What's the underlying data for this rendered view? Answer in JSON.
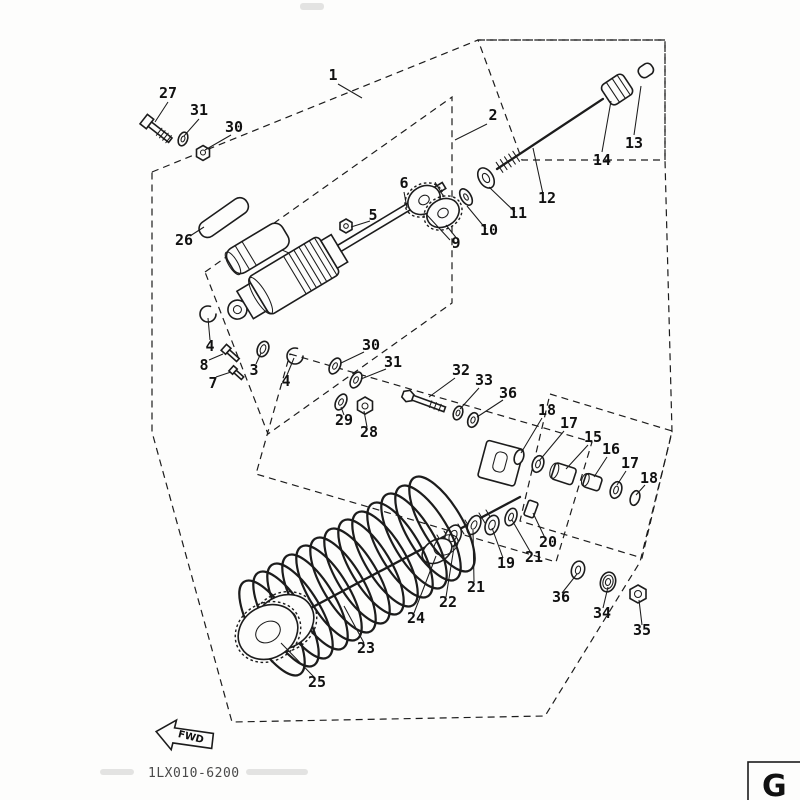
{
  "meta": {
    "paper_color": "#fdfdfc",
    "ink_color": "#1c1c1c",
    "diagram_type": "exploded-parts-diagram rear shock absorber assembly"
  },
  "labels": {
    "c1": "1",
    "c2": "2",
    "c3": "3",
    "c4a": "4",
    "c4b": "4",
    "c5": "5",
    "c6": "6",
    "c7": "7",
    "c8": "8",
    "c9": "9",
    "c10": "10",
    "c11": "11",
    "c12": "12",
    "c13": "13",
    "c14": "14",
    "c15": "15",
    "c16": "16",
    "c17a": "17",
    "c17b": "17",
    "c18a": "18",
    "c18b": "18",
    "c19": "19",
    "c20": "20",
    "c21a": "21",
    "c21b": "21",
    "c22": "22",
    "c23": "23",
    "c24": "24",
    "c25": "25",
    "c26": "26",
    "c27": "27",
    "c28": "28",
    "c29": "29",
    "c30a": "30",
    "c30b": "30",
    "c31a": "31",
    "c31b": "31",
    "c32": "32",
    "c33": "33",
    "c34": "34",
    "c35": "35",
    "c36a": "36",
    "c36b": "36"
  },
  "fwd_arrow": {
    "label": "FWD"
  },
  "footer": {
    "part_code": "1LX010-6200"
  },
  "corner_tab": {
    "letter": "G"
  }
}
